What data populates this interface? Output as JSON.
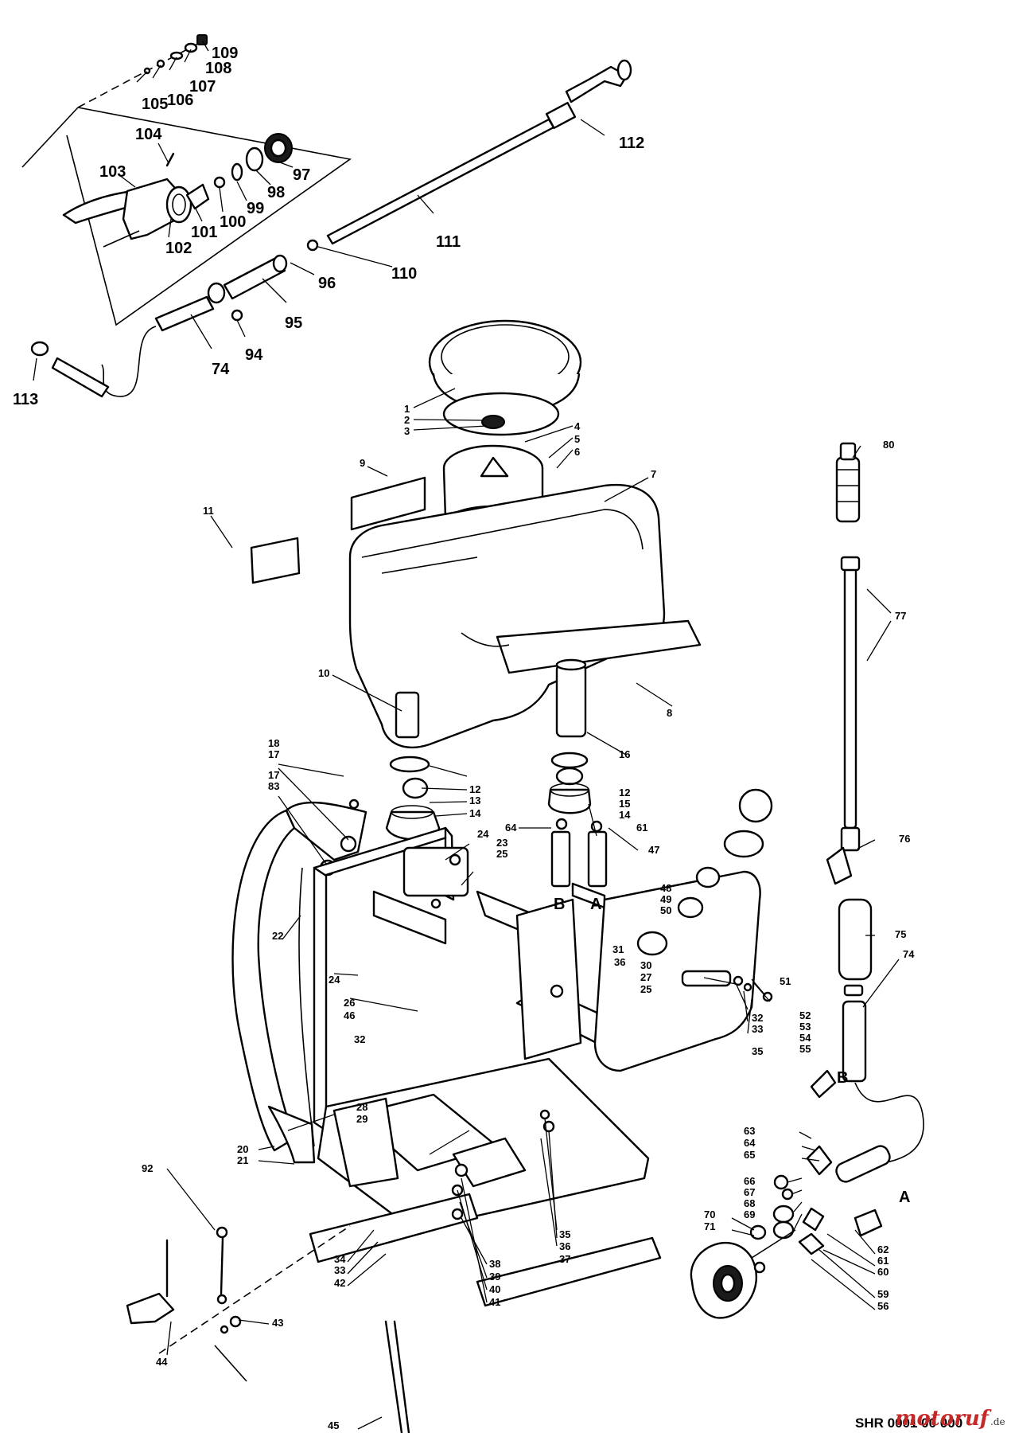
{
  "diagram": {
    "footer_code": "SHR 0001 00 000",
    "watermark": {
      "brand": "motoruf",
      "suffix": ".de"
    },
    "callouts_large": [
      "109",
      "108",
      "107",
      "106",
      "105",
      "104",
      "103",
      "102",
      "101",
      "100",
      "99",
      "98",
      "97",
      "96",
      "112",
      "111",
      "110",
      "95",
      "94",
      "74",
      "113"
    ],
    "callouts_small": [
      "1",
      "2",
      "3",
      "4",
      "5",
      "6",
      "7",
      "8",
      "9",
      "10",
      "11",
      "12",
      "13",
      "14",
      "15",
      "16",
      "17",
      "18",
      "83",
      "22",
      "23",
      "24",
      "25",
      "26",
      "27",
      "28",
      "29",
      "30",
      "31",
      "32",
      "33",
      "34",
      "35",
      "36",
      "37",
      "38",
      "39",
      "40",
      "41",
      "42",
      "43",
      "44",
      "45",
      "46",
      "47",
      "48",
      "49",
      "50",
      "51",
      "52",
      "53",
      "54",
      "55",
      "56",
      "59",
      "60",
      "61",
      "62",
      "63",
      "64",
      "65",
      "66",
      "67",
      "68",
      "69",
      "70",
      "71",
      "74",
      "75",
      "76",
      "77",
      "80",
      "92",
      "20",
      "21"
    ],
    "section_markers": [
      "A",
      "B"
    ]
  }
}
